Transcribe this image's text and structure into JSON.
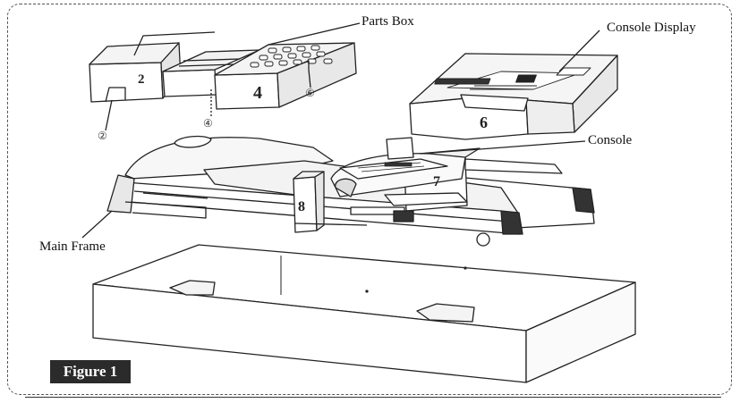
{
  "callouts": {
    "parts_box": "Parts Box",
    "console_display": "Console Display",
    "console": "Console",
    "main_frame": "Main Frame"
  },
  "part_numbers": {
    "n2": "2",
    "n4": "4",
    "n6": "6",
    "n7": "7",
    "n8": "8",
    "c2": "②",
    "c4": "④",
    "c6": "⑥"
  },
  "figure_label": "Figure 1"
}
